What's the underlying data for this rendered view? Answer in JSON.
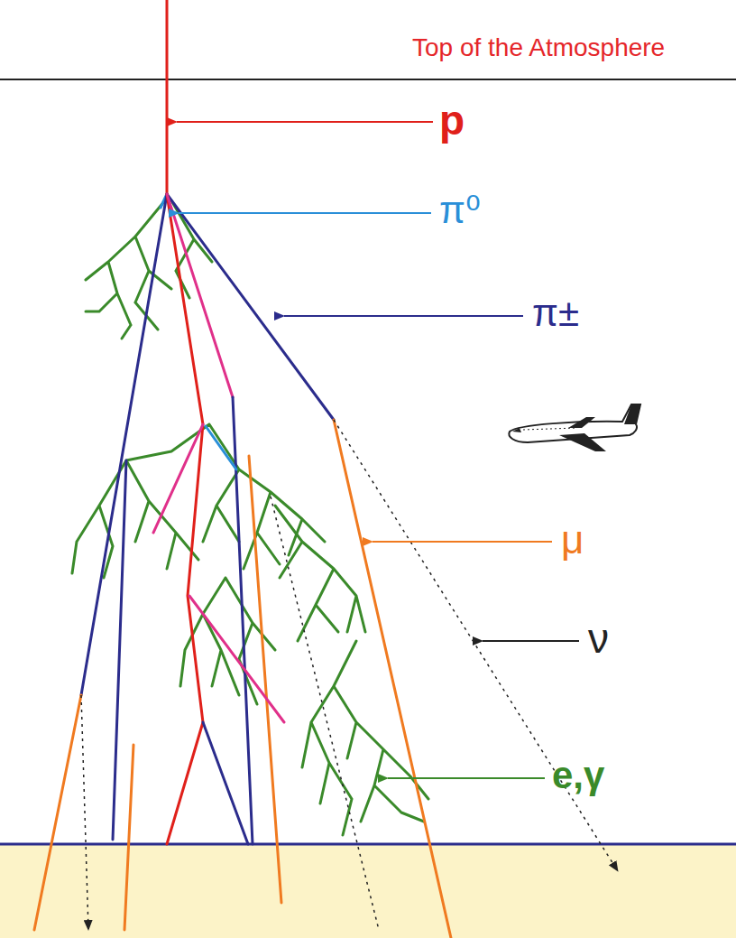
{
  "diagram": {
    "labels": [
      "Top of the Atmosphere",
      "p",
      "π⁰",
      "π±",
      "μ",
      "ν",
      "e,γ"
    ]
  }
}
